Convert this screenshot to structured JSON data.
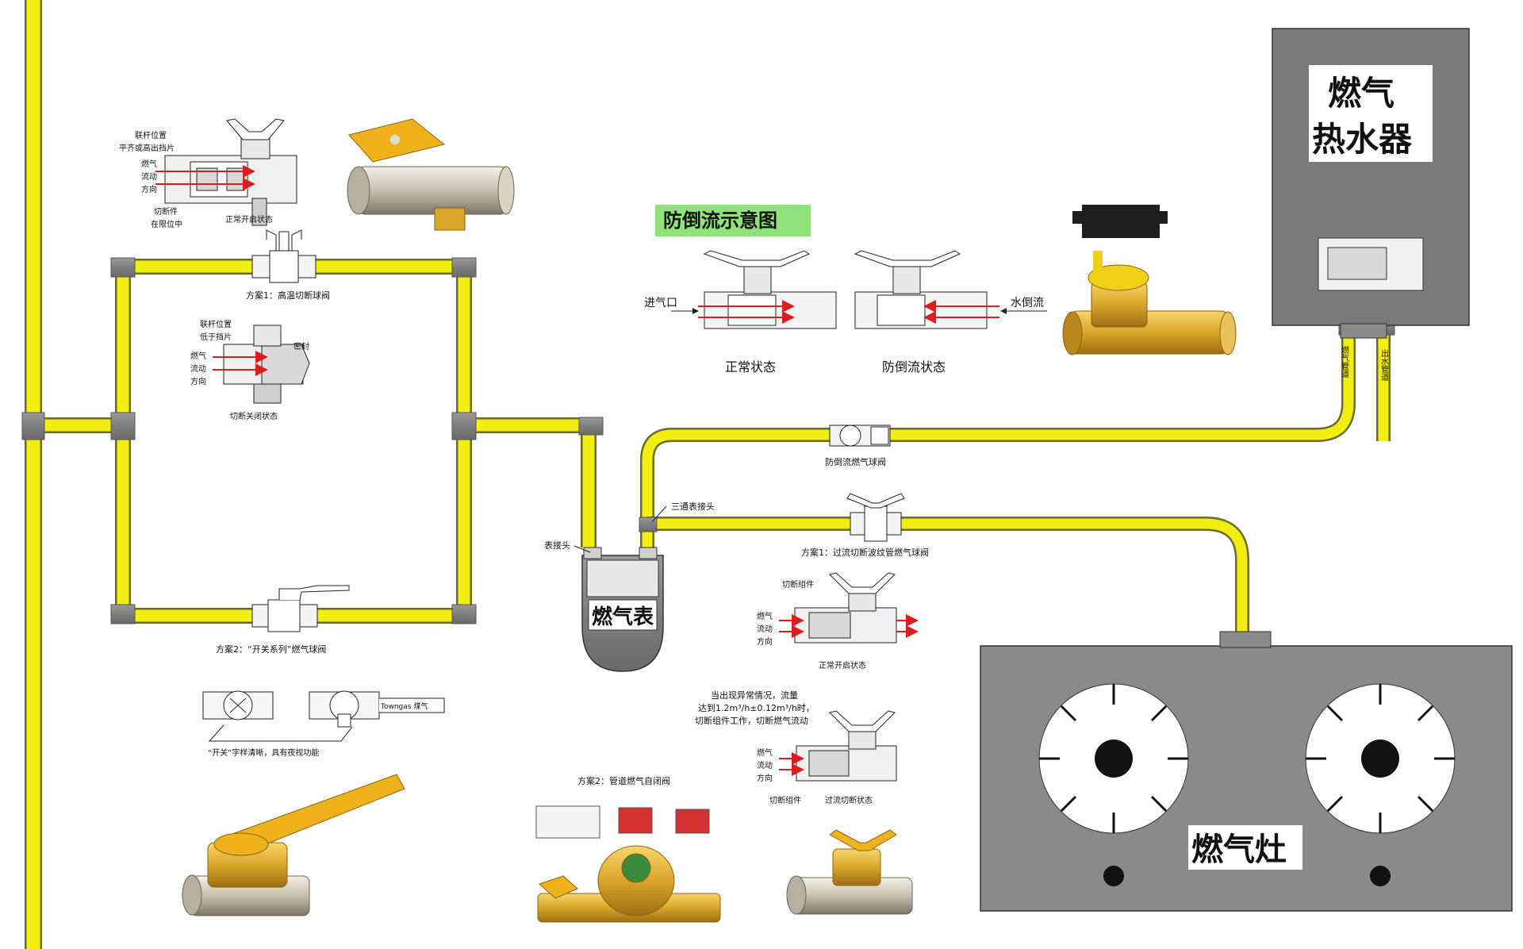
{
  "colors": {
    "pipe": "#f2ee12",
    "pipe_edge": "#6b6b2a",
    "fitting": "#8a8a8a",
    "appliance": "#7a7a7a",
    "brass": "#d9a52a",
    "handle": "#f0b21c",
    "green_badge": "#8fe37a",
    "flow_arrow": "#d81e1e"
  },
  "heater": {
    "title_line1": "燃气",
    "title_line2": "热水器",
    "gas_pipe_label": "燃气管道",
    "water_pipe_label": "出水管道"
  },
  "stove": {
    "title": "燃气灶"
  },
  "meter": {
    "title": "燃气表",
    "joint_label": "表接头",
    "tee_label": "三通表接头"
  },
  "backflow": {
    "badge": "防倒流示意图",
    "inlet_label": "进气口",
    "backflow_label": "水倒流",
    "normal_state": "正常状态",
    "backflow_state": "防倒流状态",
    "valve_label": "防倒流燃气球阀"
  },
  "scheme_top": {
    "callout_rod": "联杆位置",
    "callout_rod2": "平齐或高出挡片",
    "callout_flow1": "燃气",
    "callout_flow2": "流动",
    "callout_flow3": "方向",
    "callout_cut1": "切断件",
    "callout_cut2": "在限位中",
    "state_open": "正常开启状态",
    "scheme1": "方案1：高温切断球阀",
    "closed_rod1": "联杆位置",
    "closed_rod2": "低于挡片",
    "closed_seal": "密封",
    "closed_state": "切断关闭状态"
  },
  "scheme_bottom_left": {
    "scheme2": "方案2：“开关系列”燃气球阀",
    "note": "“开关”字样清晰，具有夜视功能",
    "brand": "Towngas 煤气"
  },
  "scheme_right": {
    "scheme1": "方案1：过流切断波纹管燃气球阀",
    "cut_assembly": "切断组件",
    "state_open": "正常开启状态",
    "abnormal_note1": "当出现异常情况，流量",
    "abnormal_note2": "达到1.2m³/h±0.12m³/h时，",
    "abnormal_note3": "切断组件工作，切断燃气流动",
    "cut_part": "切断组件",
    "state_cut": "过流切断状态"
  },
  "scheme_auto": {
    "scheme2": "方案2：管道燃气自闭阀"
  }
}
